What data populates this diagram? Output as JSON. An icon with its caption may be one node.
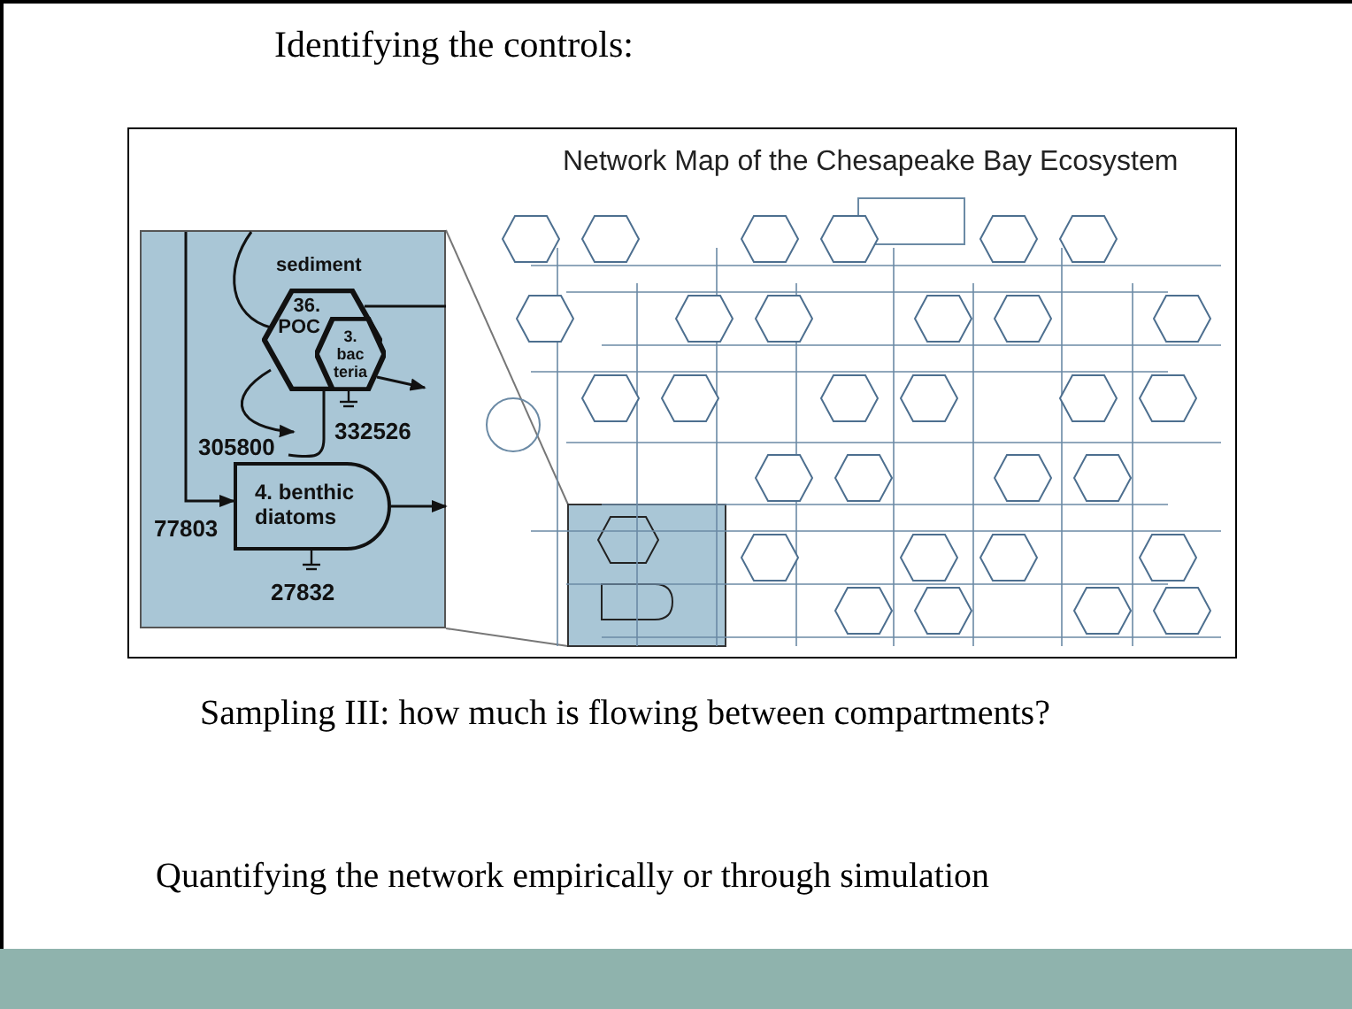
{
  "diagram": {
    "title": "Identifying the controls:",
    "nodes": [
      {
        "text": [
          "sediment",
          "36. POC"
        ]
      },
      {
        "text": [
          "3. bac teria"
        ],
        "in": 0
      },
      {
        "text": [
          "4. benthic diatoms"
        ]
      },
      {
        "text": [
          "305800"
        ]
      }
    ],
    "edges": [
      {
        "from": null,
        "to": 2,
        "arrow": "to",
        "label": "77803"
      },
      {
        "from": 2,
        "to": null,
        "arrow": "to"
      },
      {
        "from": 0,
        "to": 3,
        "arrow": "to"
      },
      {
        "from": 1,
        "to": null,
        "arrow": "to"
      },
      {
        "from": null,
        "to": 0,
        "arrow": "none"
      },
      {
        "from": 0,
        "to": null,
        "arrow": "none"
      },
      {
        "from": 0,
        "to": 3,
        "arrow": "none"
      }
    ],
    "labels": [
      "Network Map of the Chesapeake Bay Ecosystem",
      "332526",
      "27832",
      "Sampling III: how much is flowing between compartments?",
      "Quantifying the network empirically or through simulation"
    ]
  }
}
